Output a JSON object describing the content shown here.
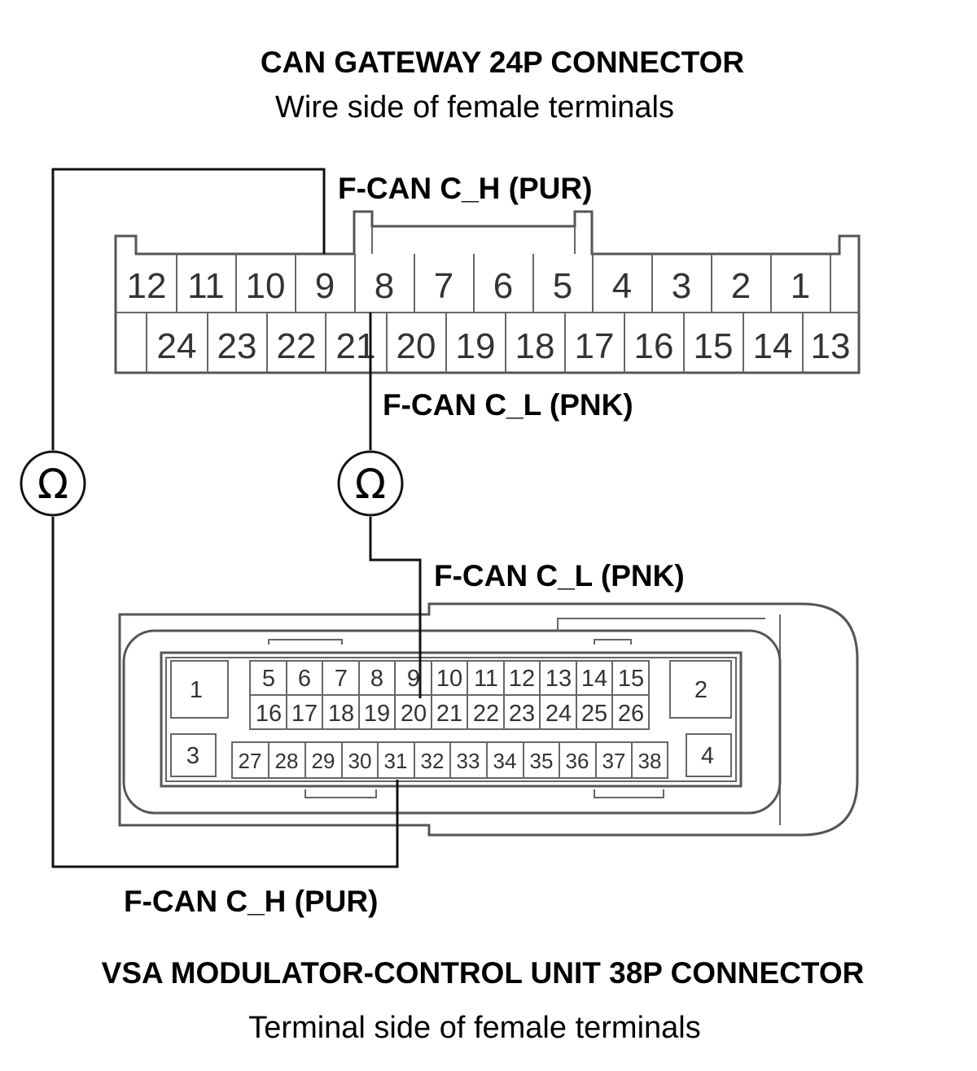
{
  "gateway": {
    "title": "CAN GATEWAY 24P CONNECTOR",
    "subtitle": "Wire side of female terminals",
    "top_row": [
      "12",
      "11",
      "10",
      "9",
      "8",
      "7",
      "6",
      "5",
      "4",
      "3",
      "2",
      "1"
    ],
    "bottom_row": [
      "24",
      "23",
      "22",
      "21",
      "20",
      "19",
      "18",
      "17",
      "16",
      "15",
      "14",
      "13"
    ]
  },
  "vsa": {
    "title": "VSA MODULATOR-CONTROL UNIT 38P CONNECTOR",
    "subtitle": "Terminal side of female terminals",
    "corner_pins": [
      "1",
      "2",
      "3",
      "4"
    ],
    "row1": [
      "5",
      "6",
      "7",
      "8",
      "9",
      "10",
      "11",
      "12",
      "13",
      "14",
      "15"
    ],
    "row2": [
      "16",
      "17",
      "18",
      "19",
      "20",
      "21",
      "22",
      "23",
      "24",
      "25",
      "26"
    ],
    "row3": [
      "27",
      "28",
      "29",
      "30",
      "31",
      "32",
      "33",
      "34",
      "35",
      "36",
      "37",
      "38"
    ]
  },
  "wires": {
    "gw_can_h": "F-CAN C_H (PUR)",
    "gw_can_l": "F-CAN C_L (PNK)",
    "vsa_can_l": "F-CAN C_L (PNK)",
    "vsa_can_h": "F-CAN C_H (PUR)"
  },
  "meters": {
    "left_symbol": "Ω",
    "right_symbol": "Ω"
  }
}
